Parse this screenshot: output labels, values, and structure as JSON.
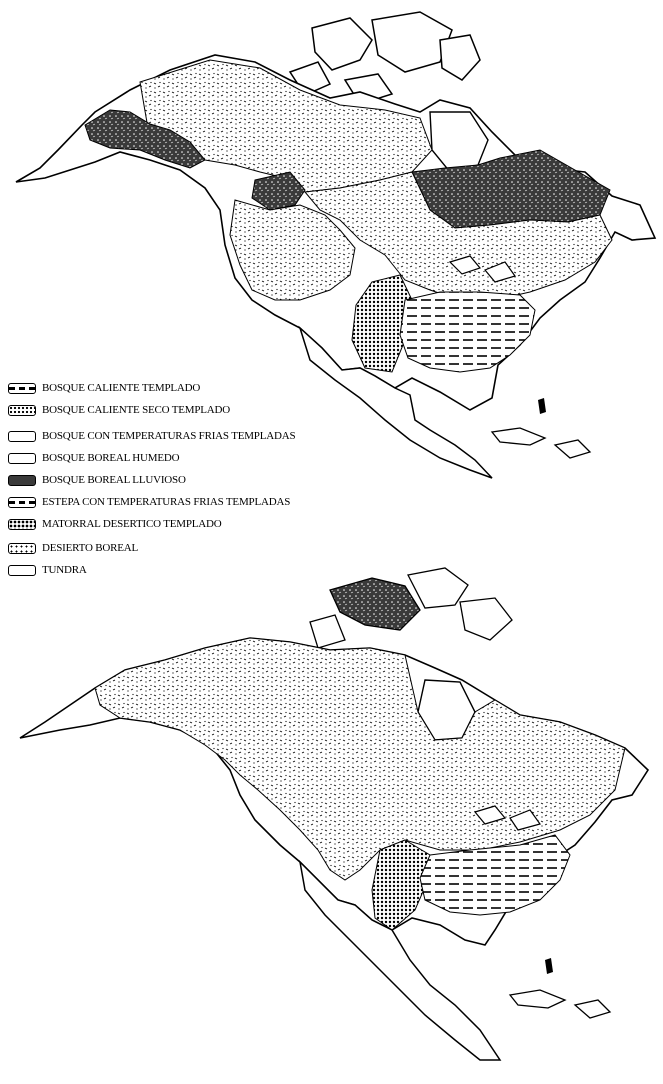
{
  "legend": {
    "items": [
      {
        "label": "BOSQUE CALIENTE TEMPLADO",
        "pattern": "dash"
      },
      {
        "label": "BOSQUE CALIENTE SECO TEMPLADO",
        "pattern": "dot"
      },
      {
        "label": "BOSQUE CON TEMPERATURAS FRIAS TEMPLADAS",
        "pattern": "none"
      },
      {
        "label": "BOSQUE BOREAL HUMEDO",
        "pattern": "none"
      },
      {
        "label": "BOSQUE BOREAL LLUVIOSO",
        "pattern": "dark"
      },
      {
        "label": "ESTEPA CON TEMPERATURAS FRIAS TEMPLADAS",
        "pattern": "dash"
      },
      {
        "label": "MATORRAL DESERTICO TEMPLADO",
        "pattern": "dense"
      },
      {
        "label": "DESIERTO BOREAL",
        "pattern": "speckle"
      },
      {
        "label": "TUNDRA",
        "pattern": "none"
      }
    ]
  },
  "colors": {
    "ink": "#000000",
    "paper": "#ffffff"
  }
}
